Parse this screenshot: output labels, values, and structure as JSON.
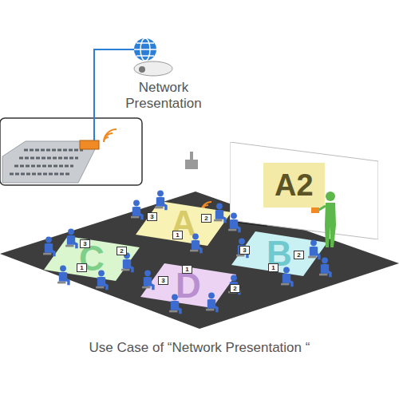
{
  "diagram": {
    "caption": "Use Case of “Network Presentation “",
    "nodes": [
      {
        "text": [
          "Network Presentation"
        ]
      },
      {
        "text": [
          "A2"
        ]
      },
      {
        "text": [
          "A"
        ]
      },
      {
        "text": [
          "C"
        ]
      },
      {
        "text": [
          "B"
        ]
      },
      {
        "text": [
          "D"
        ]
      }
    ],
    "labels": [
      "3",
      "2",
      "1",
      "3",
      "2",
      "1",
      "3",
      "2",
      "1",
      "1",
      "3",
      "2"
    ]
  }
}
